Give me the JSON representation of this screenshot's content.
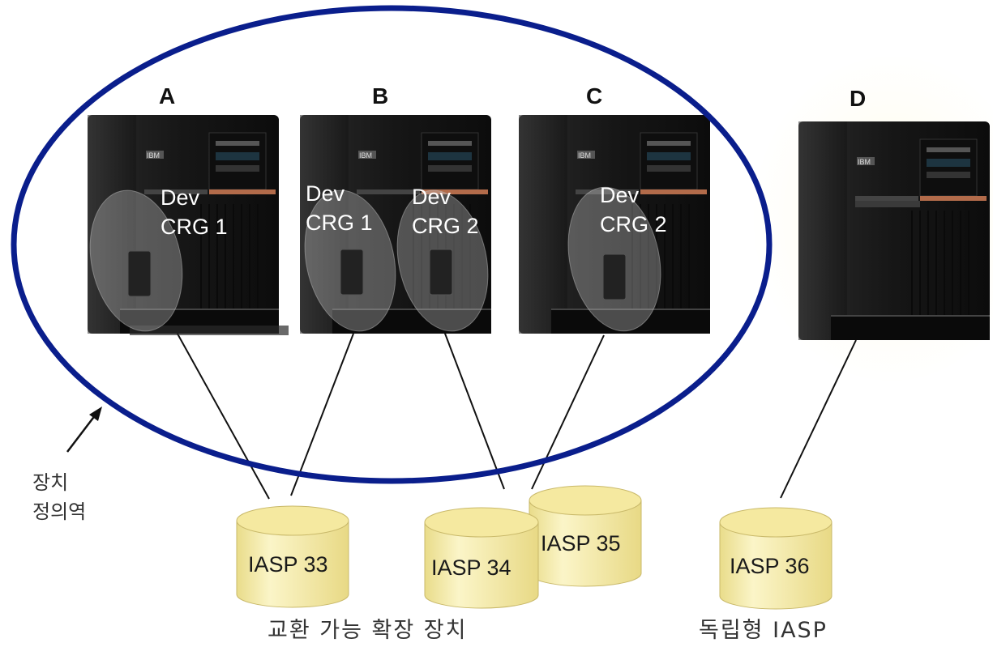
{
  "servers": [
    {
      "letter": "A",
      "crgs": [
        {
          "line1": "Dev",
          "line2": "CRG 1"
        }
      ]
    },
    {
      "letter": "B",
      "crgs": [
        {
          "line1": "Dev",
          "line2": "CRG 1"
        },
        {
          "line1": "Dev",
          "line2": "CRG 2"
        }
      ]
    },
    {
      "letter": "C",
      "crgs": [
        {
          "line1": "Dev",
          "line2": "CRG 2"
        }
      ]
    },
    {
      "letter": "D",
      "crgs": []
    }
  ],
  "brand": "IBM",
  "disks": [
    {
      "label": "IASP 33"
    },
    {
      "label": "IASP 34"
    },
    {
      "label": "IASP 35"
    },
    {
      "label": "IASP 36"
    }
  ],
  "domain_label": {
    "line1": "장치",
    "line2": "정의역"
  },
  "captions": {
    "switchable": "교환 가능 확장 장치",
    "independent": "독립형 IASP"
  },
  "colors": {
    "domain_ellipse": "#0a1e8c",
    "disk_fill": "#f7efb0",
    "disk_top": "#f5e9a0",
    "server_body": "#1b1b1b"
  }
}
